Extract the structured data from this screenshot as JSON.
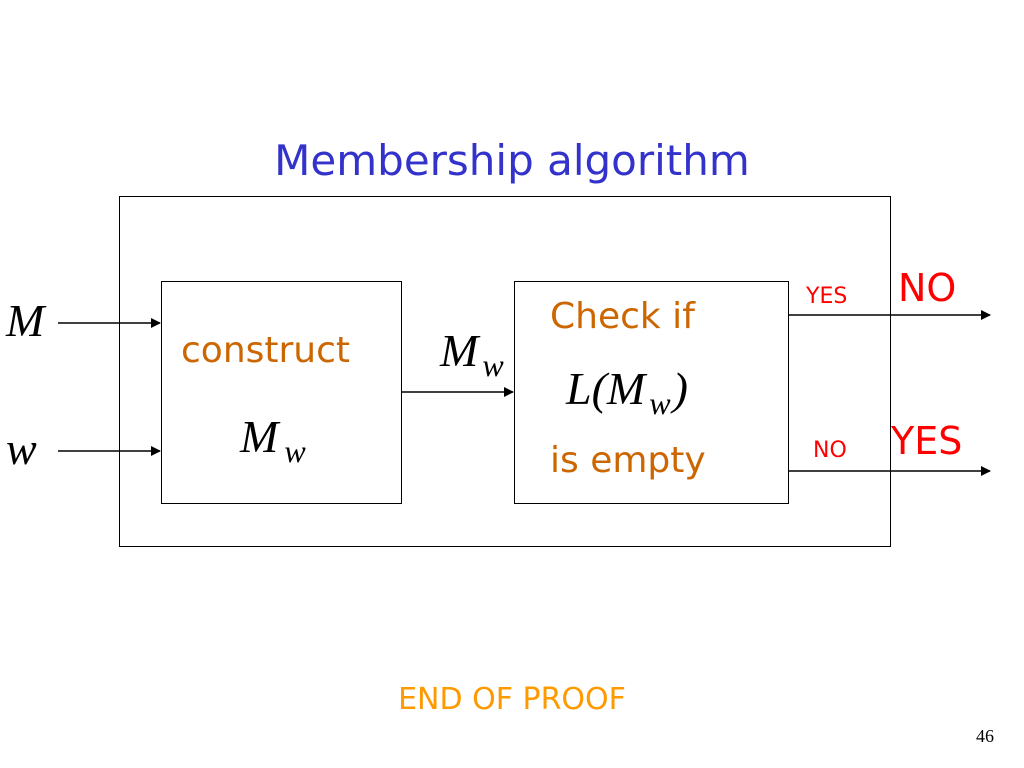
{
  "title": "Membership algorithm",
  "inputs": {
    "machine": "M",
    "string": "w"
  },
  "construct_block": {
    "label": "construct",
    "result_main": "M",
    "result_sub": "w"
  },
  "intermediate": {
    "main": "M",
    "sub": "w"
  },
  "check_block": {
    "line1": "Check if",
    "expr_prefix": "L(",
    "expr_main": "M",
    "expr_sub": "w",
    "expr_suffix": ")",
    "line3": "is empty"
  },
  "outputs": {
    "top_small": "YES",
    "top_large": "NO",
    "bottom_small": "NO",
    "bottom_large": "YES"
  },
  "footer": "END OF PROOF",
  "page_number": "46",
  "colors": {
    "title": "#3333cc",
    "orange_text": "#cc6600",
    "red_text": "#ff0000",
    "footer": "#ff9900"
  }
}
